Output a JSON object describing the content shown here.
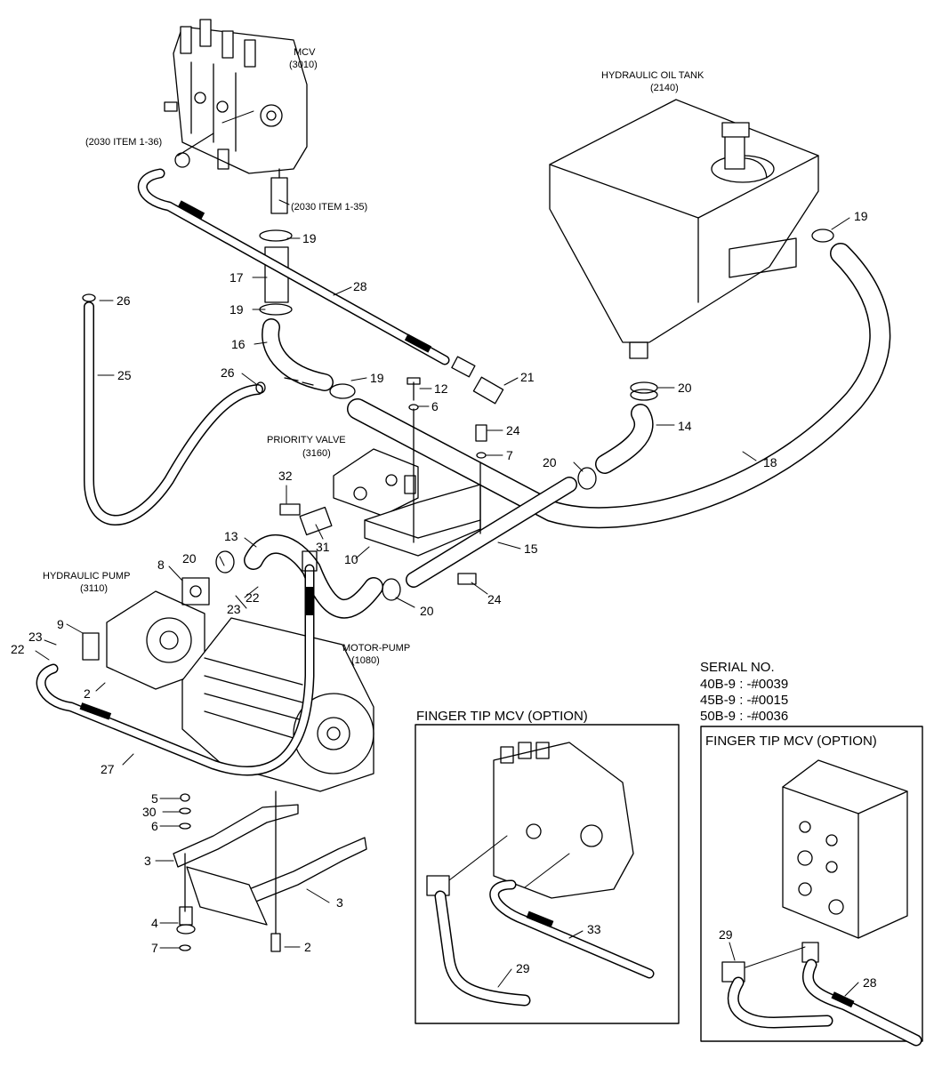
{
  "titles": {
    "mcv": "MCV",
    "mcv_code": "(3010)",
    "item_136": "(2030 ITEM 1-36)",
    "item_135": "(2030 ITEM 1-35)",
    "tank": "HYDRAULIC OIL TANK",
    "tank_code": "(2140)",
    "priority": "PRIORITY VALVE",
    "priority_code": "(3160)",
    "pump": "HYDRAULIC PUMP",
    "pump_code": "(3110)",
    "motor": "MOTOR-PUMP",
    "motor_code": "(1080)"
  },
  "serial": {
    "heading": "SERIAL NO.",
    "line1": "40B-9 : -#0039",
    "line2": "45B-9 : -#0015",
    "line3": "50B-9 : -#0036"
  },
  "option_box_1": {
    "title": "FINGER TIP MCV (OPTION)",
    "label_33": "33",
    "label_29": "29"
  },
  "option_box_2": {
    "title": "FINGER TIP MCV (OPTION)",
    "label_29": "29",
    "label_28": "28"
  },
  "callouts": {
    "c19a": "19",
    "c17": "17",
    "c19b": "19",
    "c28": "28",
    "c16": "16",
    "c26a": "26",
    "c19c": "19",
    "c26b": "26",
    "c25": "25",
    "c12": "12",
    "c21": "21",
    "c6a": "6",
    "c24a": "24",
    "c7a": "7",
    "c19d": "19",
    "c20a": "20",
    "c14": "14",
    "c20b": "20",
    "c18": "18",
    "c32": "32",
    "c31": "31",
    "c10": "10",
    "c15": "15",
    "c24b": "24",
    "c13": "13",
    "c20c": "20",
    "c8": "8",
    "c22a": "22",
    "c23a": "23",
    "c20d": "20",
    "c9": "9",
    "c23b": "23",
    "c22b": "22",
    "c2a": "2",
    "c27": "27",
    "c5": "5",
    "c30": "30",
    "c6b": "6",
    "c3a": "3",
    "c3b": "3",
    "c4": "4",
    "c7b": "7",
    "c2b": "2"
  }
}
